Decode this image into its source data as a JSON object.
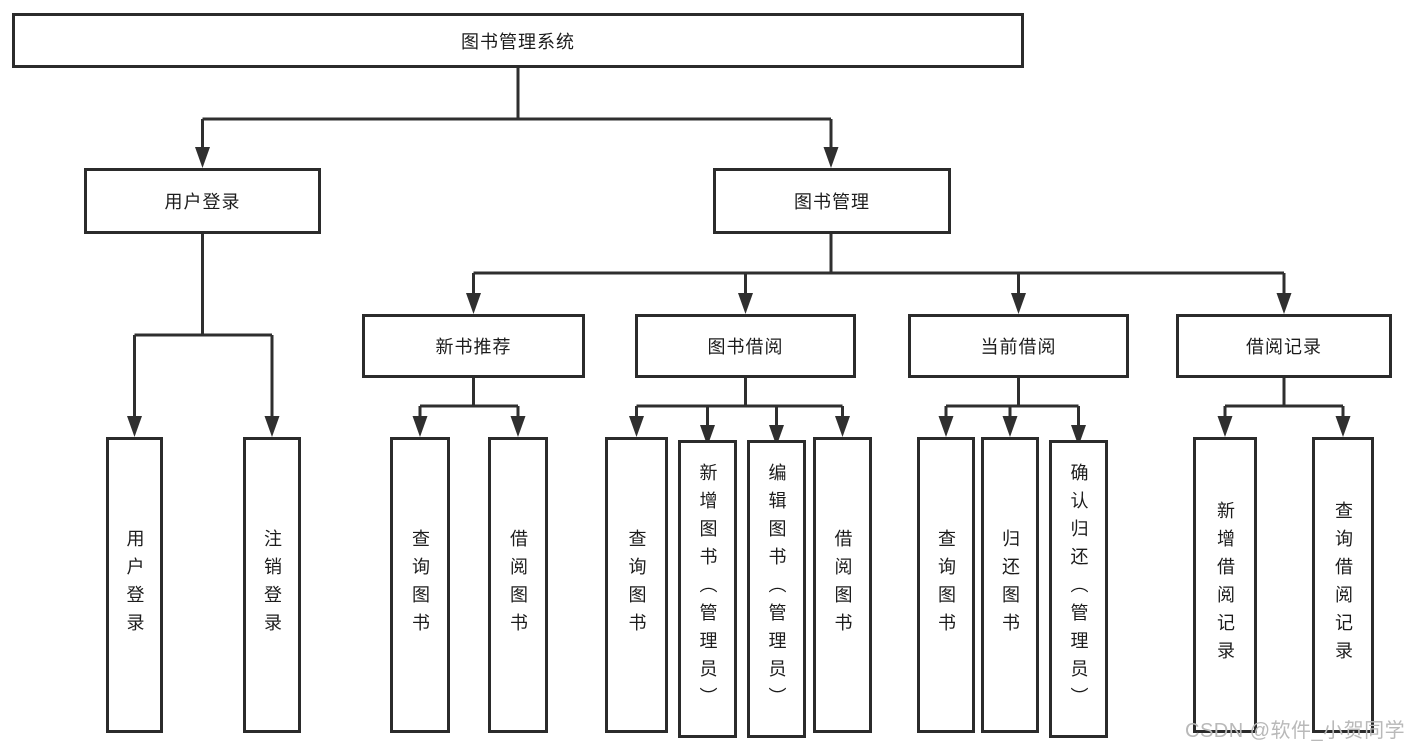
{
  "tree": {
    "label": "图书管理系统",
    "children": [
      {
        "label": "用户登录",
        "children": [
          {
            "label": "用户登录"
          },
          {
            "label": "注销登录"
          }
        ]
      },
      {
        "label": "图书管理",
        "children": [
          {
            "label": "新书推荐",
            "children": [
              {
                "label": "查询图书"
              },
              {
                "label": "借阅图书"
              }
            ]
          },
          {
            "label": "图书借阅",
            "children": [
              {
                "label": "查询图书"
              },
              {
                "label": "新增图书（管理员）"
              },
              {
                "label": "编辑图书（管理员）"
              },
              {
                "label": "借阅图书"
              }
            ]
          },
          {
            "label": "当前借阅",
            "children": [
              {
                "label": "查询图书"
              },
              {
                "label": "归还图书"
              },
              {
                "label": "确认归还（管理员）"
              }
            ]
          },
          {
            "label": "借阅记录",
            "children": [
              {
                "label": "新增借阅记录"
              },
              {
                "label": "查询借阅记录"
              }
            ]
          }
        ]
      }
    ]
  },
  "watermark": {
    "text": "CSDN @软件_小贺同学"
  },
  "colors": {
    "line": "#2f2f2f",
    "border": "#2b2b2b",
    "text": "#1c1c1c",
    "background": "#ffffff",
    "watermark": "#b9b9b9"
  }
}
